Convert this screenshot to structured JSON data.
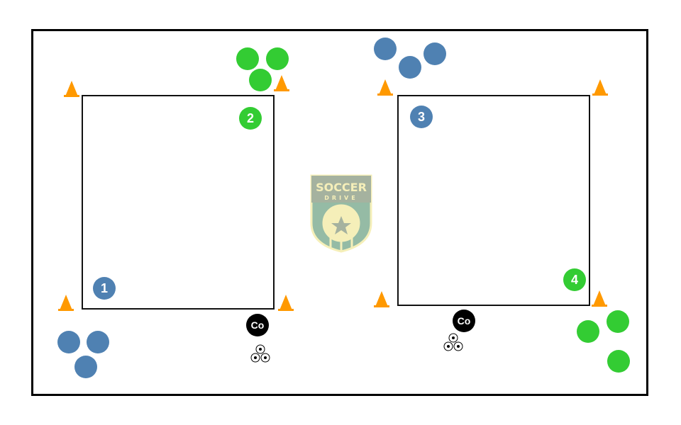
{
  "colors": {
    "team_a": "#4f81b2",
    "team_b": "#33cc33",
    "cone": "#ff9900",
    "coach": "#000000"
  },
  "grids": [
    {
      "label": "1",
      "team": "blue"
    },
    {
      "label": "2",
      "team": "green"
    },
    {
      "label": "3",
      "team": "blue"
    },
    {
      "label": "4",
      "team": "green"
    }
  ],
  "coach_label": "Co",
  "logo": {
    "line1": "SOCCER",
    "line2": "DRIVE"
  }
}
